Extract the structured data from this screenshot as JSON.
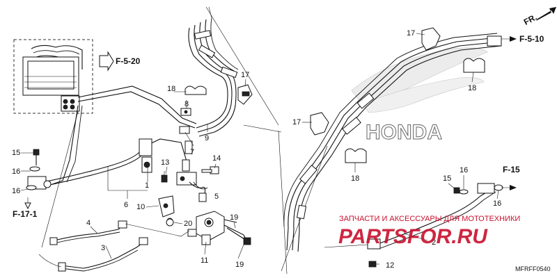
{
  "diagram": {
    "callouts": [
      "1",
      "2",
      "3",
      "4",
      "5",
      "6",
      "7",
      "8",
      "9",
      "10",
      "11",
      "12",
      "13",
      "14",
      "15",
      "16",
      "17",
      "18",
      "19",
      "20"
    ],
    "refs": {
      "abs_modulator": "F-5-20",
      "front_upper": "F-5-10",
      "front_lower_left": "F-17-1",
      "front_lower_right": "F-15"
    },
    "fr_indicator": "FR.",
    "brand_logo": "HONDA",
    "diagram_code": "MFRFF0540",
    "watermark": {
      "caption": "ЗАПЧАСТИ И АКСЕССУАРЫ ДЛЯ МОТОТЕХНИКИ",
      "site": "PARTSFOR.RU"
    }
  }
}
